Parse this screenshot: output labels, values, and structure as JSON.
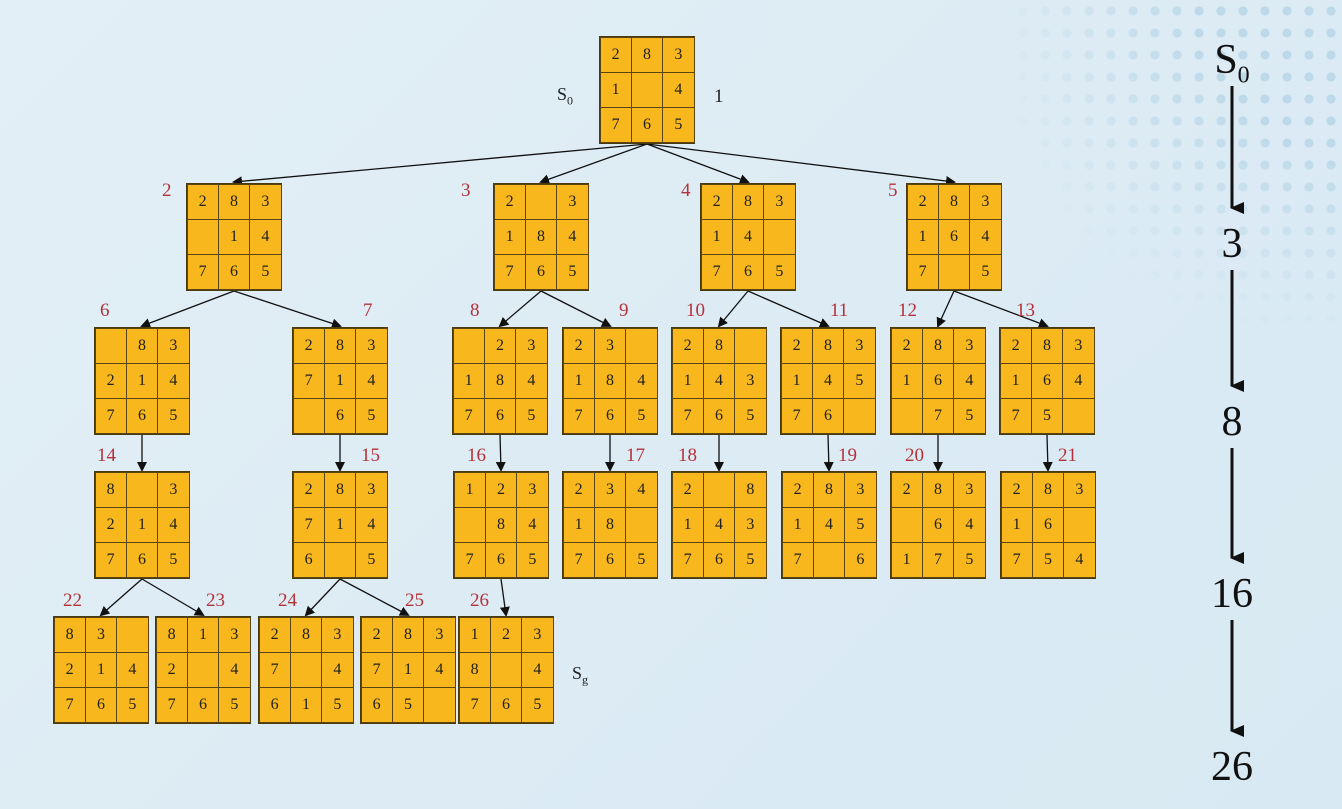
{
  "root_label": {
    "main": "S",
    "sub": "0"
  },
  "root_number": "1",
  "goal_label": {
    "main": "S",
    "sub": "g"
  },
  "nodes": [
    {
      "id": "1",
      "grid": [
        "2",
        "8",
        "3",
        "1",
        "",
        "4",
        "7",
        "6",
        "5"
      ]
    },
    {
      "id": "2",
      "grid": [
        "2",
        "8",
        "3",
        "",
        "1",
        "4",
        "7",
        "6",
        "5"
      ]
    },
    {
      "id": "3",
      "grid": [
        "2",
        "",
        "3",
        "1",
        "8",
        "4",
        "7",
        "6",
        "5"
      ]
    },
    {
      "id": "4",
      "grid": [
        "2",
        "8",
        "3",
        "1",
        "4",
        "",
        "7",
        "6",
        "5"
      ]
    },
    {
      "id": "5",
      "grid": [
        "2",
        "8",
        "3",
        "1",
        "6",
        "4",
        "7",
        "",
        "5"
      ]
    },
    {
      "id": "6",
      "grid": [
        "",
        "8",
        "3",
        "2",
        "1",
        "4",
        "7",
        "6",
        "5"
      ]
    },
    {
      "id": "7",
      "grid": [
        "2",
        "8",
        "3",
        "7",
        "1",
        "4",
        "",
        "6",
        "5"
      ]
    },
    {
      "id": "8",
      "grid": [
        "",
        "2",
        "3",
        "1",
        "8",
        "4",
        "7",
        "6",
        "5"
      ]
    },
    {
      "id": "9",
      "grid": [
        "2",
        "3",
        "",
        "1",
        "8",
        "4",
        "7",
        "6",
        "5"
      ]
    },
    {
      "id": "10",
      "grid": [
        "2",
        "8",
        "",
        "1",
        "4",
        "3",
        "7",
        "6",
        "5"
      ]
    },
    {
      "id": "11",
      "grid": [
        "2",
        "8",
        "3",
        "1",
        "4",
        "5",
        "7",
        "6",
        ""
      ]
    },
    {
      "id": "12",
      "grid": [
        "2",
        "8",
        "3",
        "1",
        "6",
        "4",
        "",
        "7",
        "5"
      ]
    },
    {
      "id": "13",
      "grid": [
        "2",
        "8",
        "3",
        "1",
        "6",
        "4",
        "7",
        "5",
        ""
      ]
    },
    {
      "id": "14",
      "grid": [
        "8",
        "",
        "3",
        "2",
        "1",
        "4",
        "7",
        "6",
        "5"
      ]
    },
    {
      "id": "15",
      "grid": [
        "2",
        "8",
        "3",
        "7",
        "1",
        "4",
        "6",
        "",
        "5"
      ]
    },
    {
      "id": "16",
      "grid": [
        "1",
        "2",
        "3",
        "",
        "8",
        "4",
        "7",
        "6",
        "5"
      ]
    },
    {
      "id": "17",
      "grid": [
        "2",
        "3",
        "4",
        "1",
        "8",
        "",
        "7",
        "6",
        "5"
      ]
    },
    {
      "id": "18",
      "grid": [
        "2",
        "",
        "8",
        "1",
        "4",
        "3",
        "7",
        "6",
        "5"
      ]
    },
    {
      "id": "19",
      "grid": [
        "2",
        "8",
        "3",
        "1",
        "4",
        "5",
        "7",
        "",
        "6"
      ]
    },
    {
      "id": "20",
      "grid": [
        "2",
        "8",
        "3",
        "",
        "6",
        "4",
        "1",
        "7",
        "5"
      ]
    },
    {
      "id": "21",
      "grid": [
        "2",
        "8",
        "3",
        "1",
        "6",
        "",
        "7",
        "5",
        "4"
      ]
    },
    {
      "id": "22",
      "grid": [
        "8",
        "3",
        "",
        "2",
        "1",
        "4",
        "7",
        "6",
        "5"
      ]
    },
    {
      "id": "23",
      "grid": [
        "8",
        "1",
        "3",
        "2",
        "",
        "4",
        "7",
        "6",
        "5"
      ]
    },
    {
      "id": "24",
      "grid": [
        "2",
        "8",
        "3",
        "7",
        "",
        "4",
        "6",
        "1",
        "5"
      ]
    },
    {
      "id": "25",
      "grid": [
        "2",
        "8",
        "3",
        "7",
        "1",
        "4",
        "6",
        "5",
        ""
      ]
    },
    {
      "id": "26",
      "grid": [
        "1",
        "2",
        "3",
        "8",
        "",
        "4",
        "7",
        "6",
        "5"
      ]
    }
  ],
  "edges": [
    [
      "1",
      "2"
    ],
    [
      "1",
      "3"
    ],
    [
      "1",
      "4"
    ],
    [
      "1",
      "5"
    ],
    [
      "2",
      "6"
    ],
    [
      "2",
      "7"
    ],
    [
      "3",
      "8"
    ],
    [
      "3",
      "9"
    ],
    [
      "4",
      "10"
    ],
    [
      "4",
      "11"
    ],
    [
      "5",
      "12"
    ],
    [
      "5",
      "13"
    ],
    [
      "6",
      "14"
    ],
    [
      "7",
      "15"
    ],
    [
      "8",
      "16"
    ],
    [
      "9",
      "17"
    ],
    [
      "10",
      "18"
    ],
    [
      "11",
      "19"
    ],
    [
      "12",
      "20"
    ],
    [
      "13",
      "21"
    ],
    [
      "14",
      "22"
    ],
    [
      "14",
      "23"
    ],
    [
      "15",
      "24"
    ],
    [
      "15",
      "25"
    ],
    [
      "16",
      "26"
    ]
  ],
  "solution_path": [
    {
      "main": "S",
      "sub": "0"
    },
    {
      "main": "3",
      "sub": ""
    },
    {
      "main": "8",
      "sub": ""
    },
    {
      "main": "16",
      "sub": ""
    },
    {
      "main": "26",
      "sub": ""
    }
  ]
}
